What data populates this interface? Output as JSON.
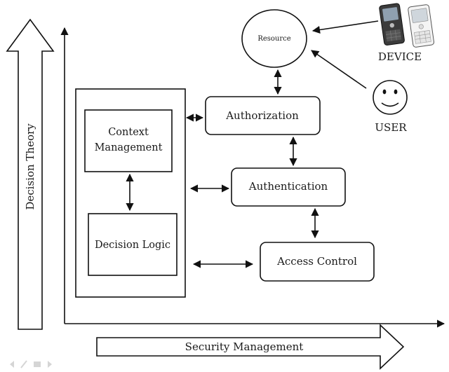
{
  "diagram": {
    "resource": "Resource",
    "device": "DEVICE",
    "user": "USER",
    "authorization": "Authorization",
    "authentication": "Authentication",
    "access_control": "Access Control",
    "context_management_line1": "Context",
    "context_management_line2": "Management",
    "decision_logic": "Decision Logic",
    "decision_theory": "Decision Theory",
    "security_management": "Security Management"
  },
  "icons": {
    "device": "mobile-phones-icon",
    "user": "smiley-face-icon",
    "slide_controls": "slide-navigation-icons"
  },
  "colors": {
    "stroke": "#111111",
    "background": "#ffffff"
  }
}
